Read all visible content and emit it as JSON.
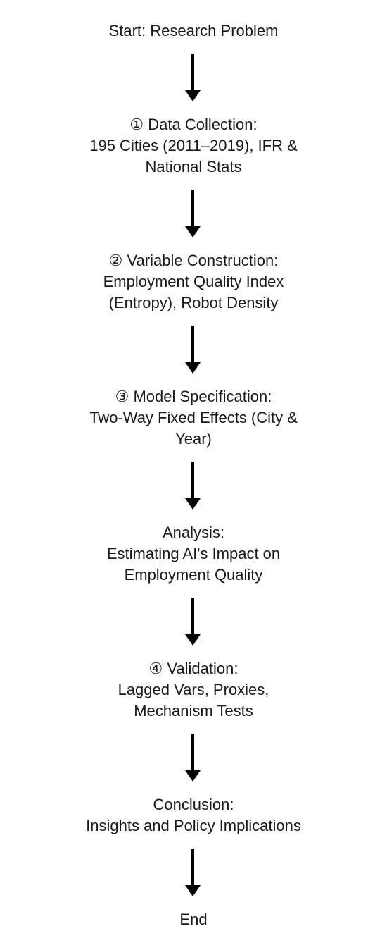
{
  "nodes": [
    {
      "lines": [
        "Start: Research Problem"
      ]
    },
    {
      "lines": [
        "① Data Collection:",
        "195 Cities (2011–2019), IFR &",
        "National Stats"
      ]
    },
    {
      "lines": [
        "② Variable Construction:",
        "Employment Quality Index",
        "(Entropy), Robot Density"
      ]
    },
    {
      "lines": [
        "③ Model Specification:",
        "Two-Way Fixed Effects (City &",
        "Year)"
      ]
    },
    {
      "lines": [
        "Analysis:",
        "Estimating AI's Impact on",
        "Employment Quality"
      ]
    },
    {
      "lines": [
        "④ Validation:",
        "Lagged Vars, Proxies,",
        "Mechanism Tests"
      ]
    },
    {
      "lines": [
        "Conclusion:",
        "Insights and Policy Implications"
      ]
    },
    {
      "lines": [
        "End"
      ]
    }
  ],
  "colors": {
    "gradient_start": "#2b3de0",
    "gradient_end_red": "#e8184a",
    "gradient_end_brown": "#7a3b3b",
    "arrow": "#000000"
  }
}
